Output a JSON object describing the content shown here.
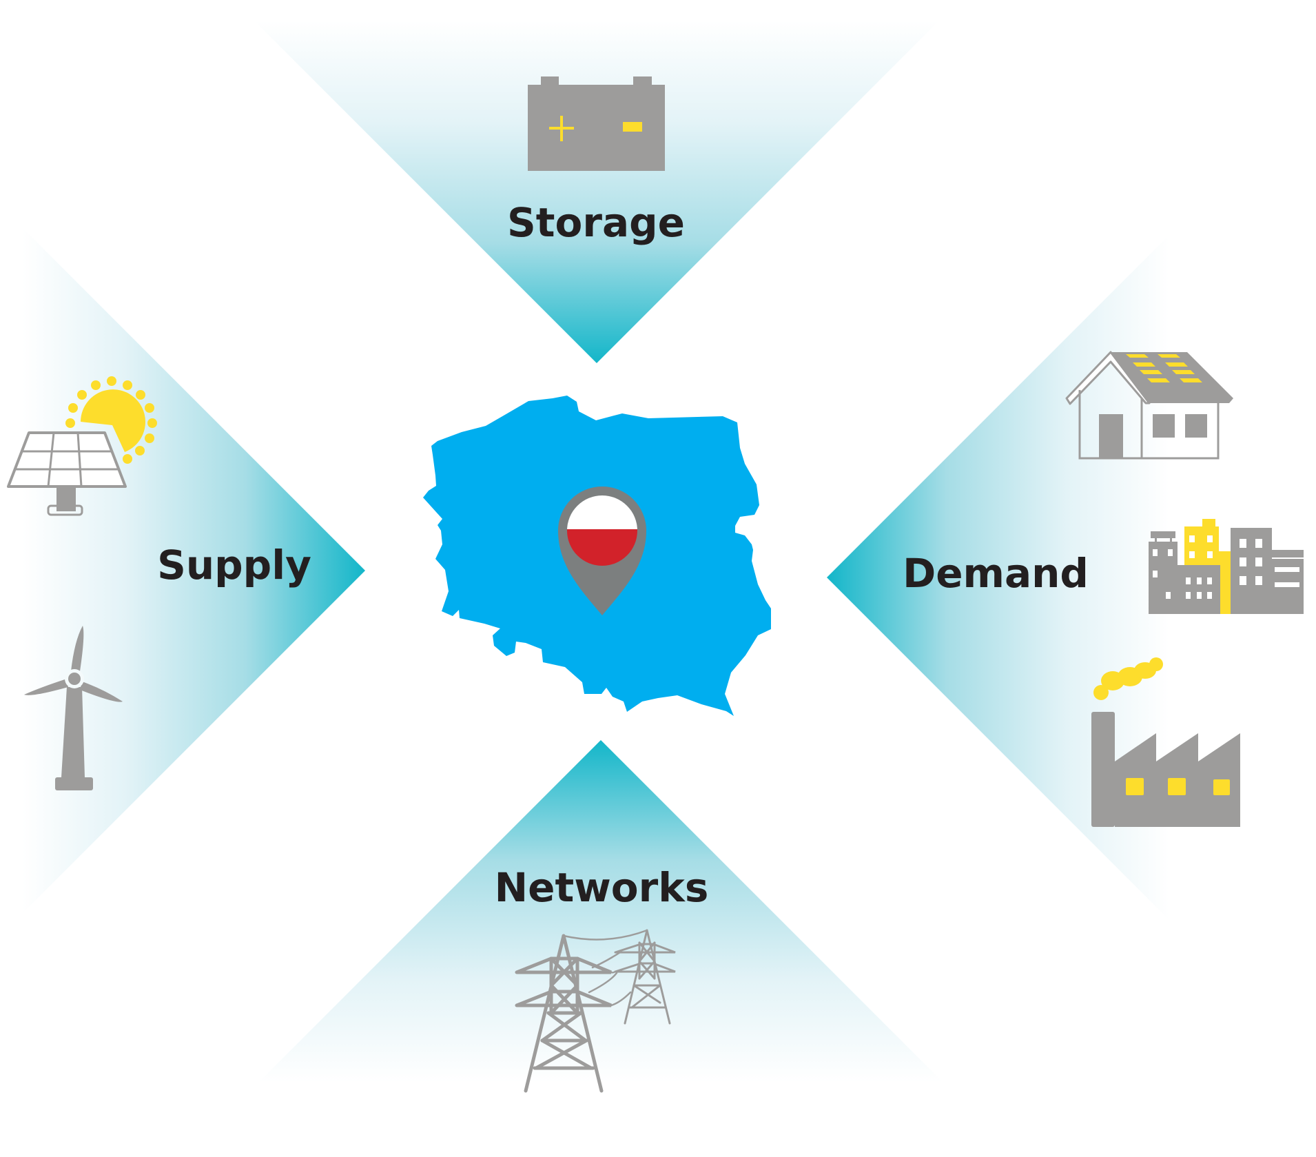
{
  "diagram": {
    "center": {
      "region": "Poland",
      "map_color": "#00aeef",
      "pin_color": "#7c7f7f",
      "flag_colors": [
        "#ffffff",
        "#d2222a"
      ]
    },
    "segments": [
      {
        "id": "storage",
        "label": "Storage",
        "direction": "top",
        "icons": [
          "battery-icon"
        ]
      },
      {
        "id": "supply",
        "label": "Supply",
        "direction": "left",
        "icons": [
          "solar-panel-icon",
          "wind-turbine-icon"
        ]
      },
      {
        "id": "demand",
        "label": "Demand",
        "direction": "right",
        "icons": [
          "house-with-solar-roof-icon",
          "city-buildings-icon",
          "factory-icon"
        ]
      },
      {
        "id": "networks",
        "label": "Networks",
        "direction": "bottom",
        "icons": [
          "transmission-towers-icon"
        ]
      }
    ],
    "colors": {
      "gradient_tip": "#13b6c9",
      "gradient_mid": "#bde5ec",
      "gradient_end": "#ffffff",
      "icon_grey": "#9d9c9b",
      "icon_yellow": "#fddd2c",
      "text": "#231f20"
    },
    "battery": {
      "plus": "+",
      "minus": "-"
    }
  }
}
